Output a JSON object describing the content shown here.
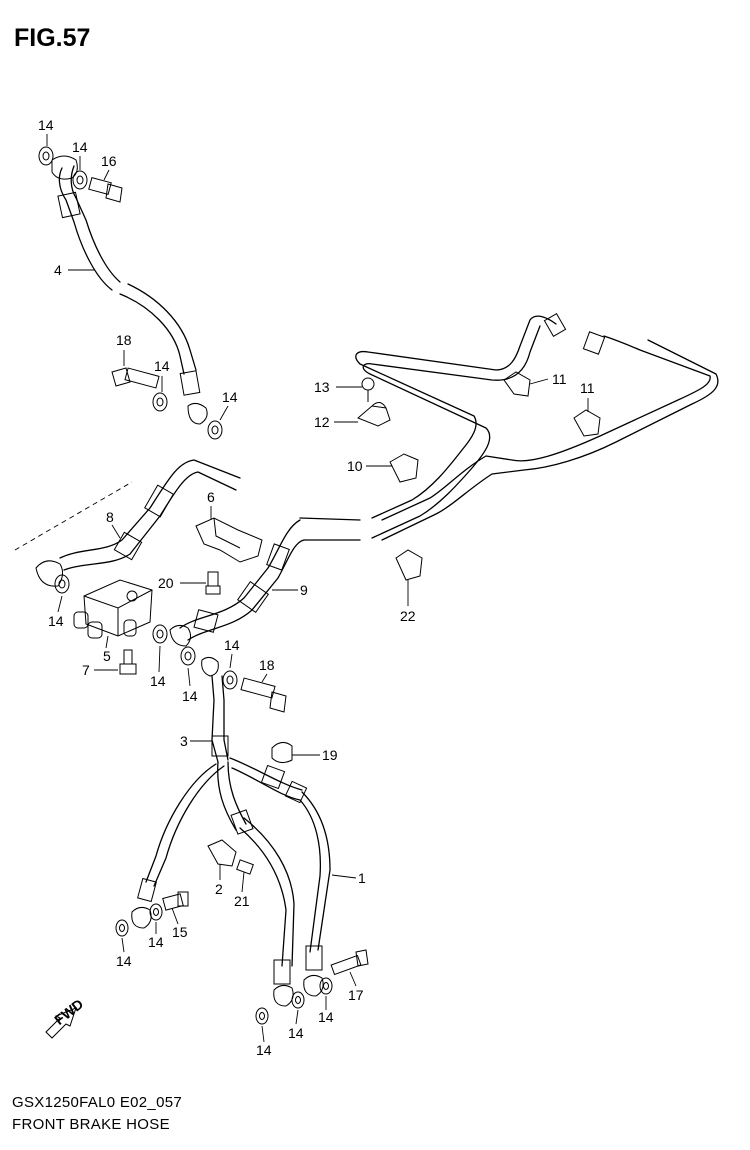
{
  "figure": {
    "title": "FIG.57",
    "model_code": "GSX1250FAL0 E02_057",
    "caption": "FRONT BRAKE HOSE",
    "direction_tag": "FWD"
  },
  "callouts": [
    {
      "id": "c14a",
      "text": "14"
    },
    {
      "id": "c14b",
      "text": "14"
    },
    {
      "id": "c16",
      "text": "16"
    },
    {
      "id": "c4",
      "text": "4"
    },
    {
      "id": "c18a",
      "text": "18"
    },
    {
      "id": "c14c",
      "text": "14"
    },
    {
      "id": "c14d",
      "text": "14"
    },
    {
      "id": "c13",
      "text": "13"
    },
    {
      "id": "c12",
      "text": "12"
    },
    {
      "id": "c11a",
      "text": "11"
    },
    {
      "id": "c11b",
      "text": "11"
    },
    {
      "id": "c10",
      "text": "10"
    },
    {
      "id": "c6",
      "text": "6"
    },
    {
      "id": "c8",
      "text": "8"
    },
    {
      "id": "c20",
      "text": "20"
    },
    {
      "id": "c9",
      "text": "9"
    },
    {
      "id": "c22",
      "text": "22"
    },
    {
      "id": "c14e",
      "text": "14"
    },
    {
      "id": "c5",
      "text": "5"
    },
    {
      "id": "c7",
      "text": "7"
    },
    {
      "id": "c14f",
      "text": "14"
    },
    {
      "id": "c14g",
      "text": "14"
    },
    {
      "id": "c14h",
      "text": "14"
    },
    {
      "id": "c18b",
      "text": "18"
    },
    {
      "id": "c3",
      "text": "3"
    },
    {
      "id": "c19",
      "text": "19"
    },
    {
      "id": "c1",
      "text": "1"
    },
    {
      "id": "c2",
      "text": "2"
    },
    {
      "id": "c21",
      "text": "21"
    },
    {
      "id": "c15",
      "text": "15"
    },
    {
      "id": "c14i",
      "text": "14"
    },
    {
      "id": "c14j",
      "text": "14"
    },
    {
      "id": "c17",
      "text": "17"
    },
    {
      "id": "c14k",
      "text": "14"
    },
    {
      "id": "c14l",
      "text": "14"
    },
    {
      "id": "c14m",
      "text": "14"
    }
  ]
}
